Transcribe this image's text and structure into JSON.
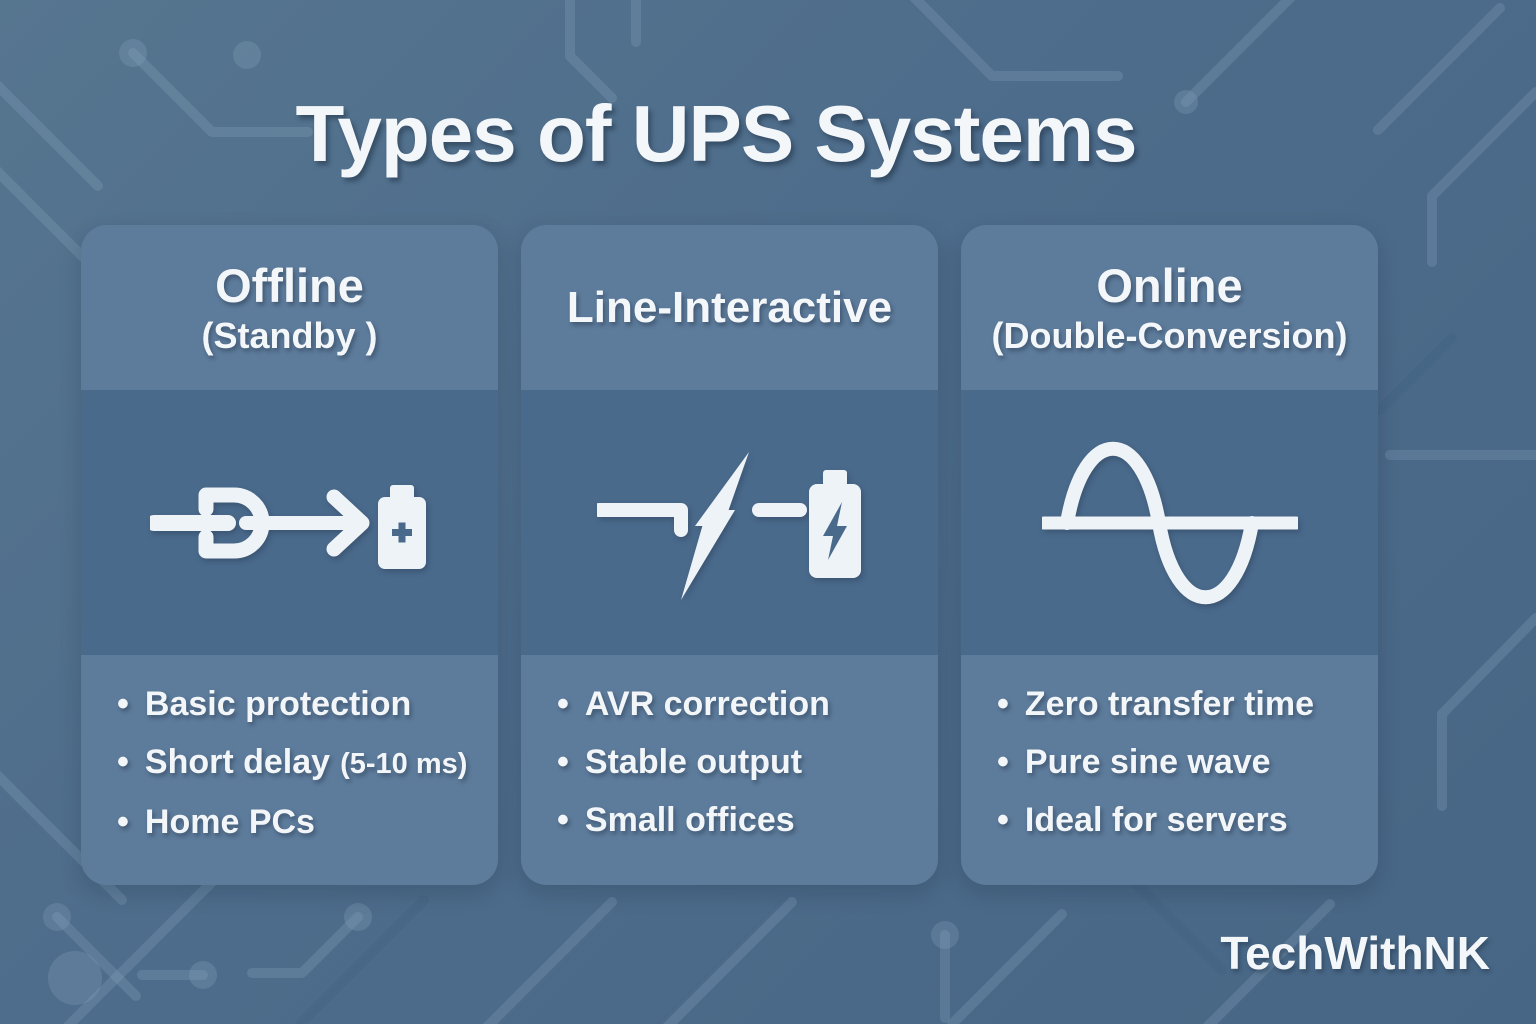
{
  "title": "Types of UPS Systems",
  "watermark": "TechWithNK",
  "glyphs": {
    "bullet": "•"
  },
  "colors": {
    "background": "#4d6c8b",
    "card_light_band": "#5d7b9b",
    "card_dark_band": "#4a6a8c",
    "text": "#f4f7fa",
    "circuit_trace": "#8aa5bf"
  },
  "cards": [
    {
      "id": "offline",
      "title": "Offline",
      "subtitle": "(Standby )",
      "icon": "plug-arrow-battery-icon",
      "bullets": [
        {
          "text": "Basic protection",
          "note": ""
        },
        {
          "text": "Short delay",
          "note": "(5-10 ms)"
        },
        {
          "text": "Home PCs",
          "note": ""
        }
      ]
    },
    {
      "id": "line-interactive",
      "title": "Line-Interactive",
      "subtitle": "",
      "icon": "voltage-bolt-battery-icon",
      "bullets": [
        {
          "text": "AVR correction",
          "note": ""
        },
        {
          "text": "Stable output",
          "note": ""
        },
        {
          "text": "Small offices",
          "note": ""
        }
      ]
    },
    {
      "id": "online",
      "title": "Online",
      "subtitle": "(Double-Conversion)",
      "icon": "sine-wave-icon",
      "bullets": [
        {
          "text": "Zero transfer time",
          "note": ""
        },
        {
          "text": "Pure sine wave",
          "note": ""
        },
        {
          "text": "Ideal for servers",
          "note": ""
        }
      ]
    }
  ]
}
